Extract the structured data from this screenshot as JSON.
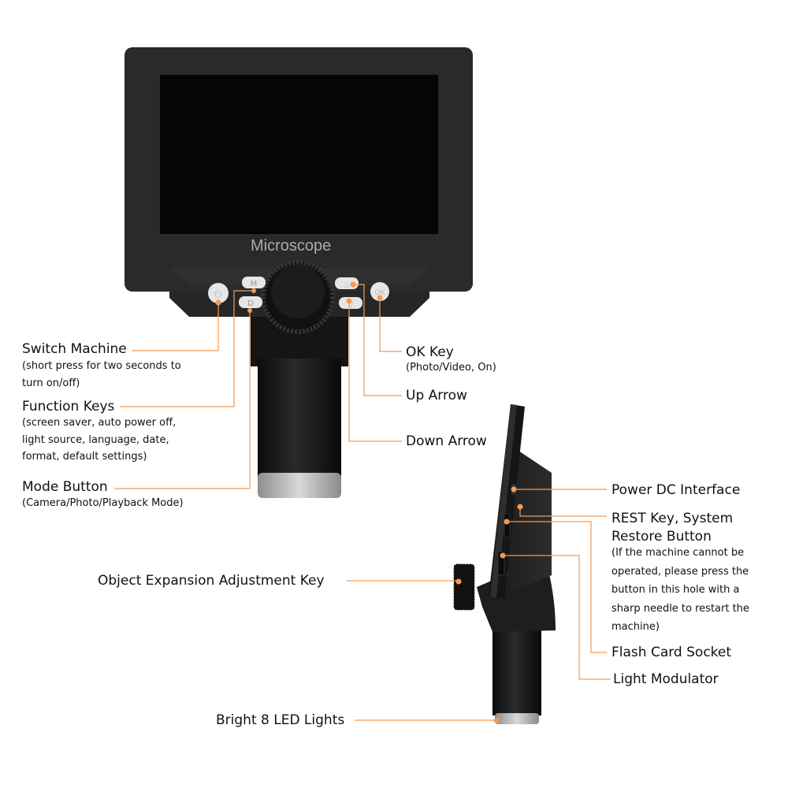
{
  "device_label": "Microscope",
  "accent_color": "#f39a54",
  "labels": {
    "switch_machine": {
      "title": "Switch Machine",
      "desc": [
        "(short press for two seconds to",
        "turn on/off)"
      ]
    },
    "function_keys": {
      "title": "Function Keys",
      "desc": [
        "(screen saver, auto power off,",
        " light source, language, date,",
        " format, default settings)"
      ]
    },
    "mode_button": {
      "title": "Mode Button",
      "desc": [
        "(Camera/Photo/Playback Mode)"
      ]
    },
    "ok_key": {
      "title": "OK Key",
      "desc": [
        "(Photo/Video, On)"
      ]
    },
    "up_arrow": {
      "title": "Up Arrow"
    },
    "down_arrow": {
      "title": "Down Arrow"
    },
    "power_dc": {
      "title": "Power DC Interface"
    },
    "rest_key": {
      "title": [
        "REST Key, System",
        "Restore Button"
      ],
      "desc": [
        "(If the machine cannot be",
        " operated, please press the",
        "button in this hole with a",
        "sharp needle to restart the",
        "machine)"
      ]
    },
    "flash_card": {
      "title": "Flash Card Socket"
    },
    "light_modulator": {
      "title": "Light Modulator"
    },
    "object_expansion": {
      "title": "Object Expansion Adjustment Key"
    },
    "led_lights": {
      "title": "Bright 8 LED Lights"
    }
  },
  "buttons": {
    "mode": "M",
    "playback": "D",
    "ok": "OK"
  }
}
